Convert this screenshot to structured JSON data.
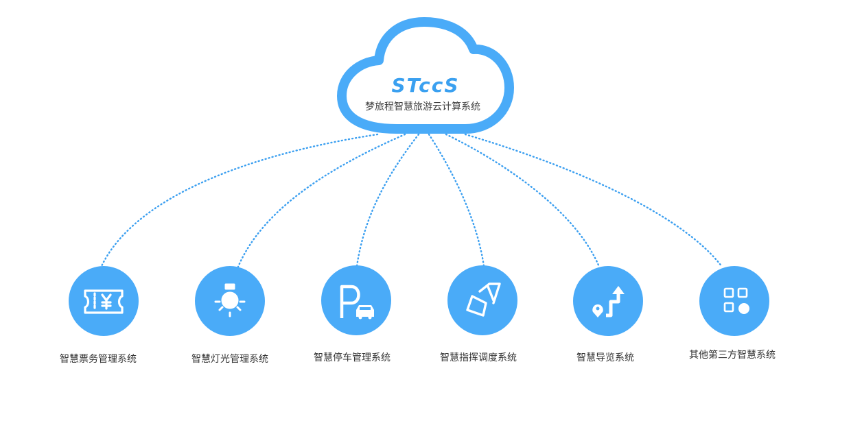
{
  "colors": {
    "primary": "#4aabf8",
    "connector": "#3b9ff0",
    "icon": "#ffffff",
    "text": "#333333"
  },
  "cloud": {
    "logo": "STccS",
    "title": "梦旅程智慧旅游云计算系统",
    "icon": "cloud-icon"
  },
  "systems": [
    {
      "label": "智慧票务管理系统",
      "icon": "ticket-icon"
    },
    {
      "label": "智慧灯光管理系统",
      "icon": "light-icon"
    },
    {
      "label": "智慧停车管理系统",
      "icon": "parking-icon"
    },
    {
      "label": "智慧指挥调度系统",
      "icon": "flag-dispatch-icon"
    },
    {
      "label": "智慧导览系统",
      "icon": "navigation-icon"
    },
    {
      "label": "其他第三方智慧系统",
      "icon": "grid-apps-icon"
    }
  ]
}
